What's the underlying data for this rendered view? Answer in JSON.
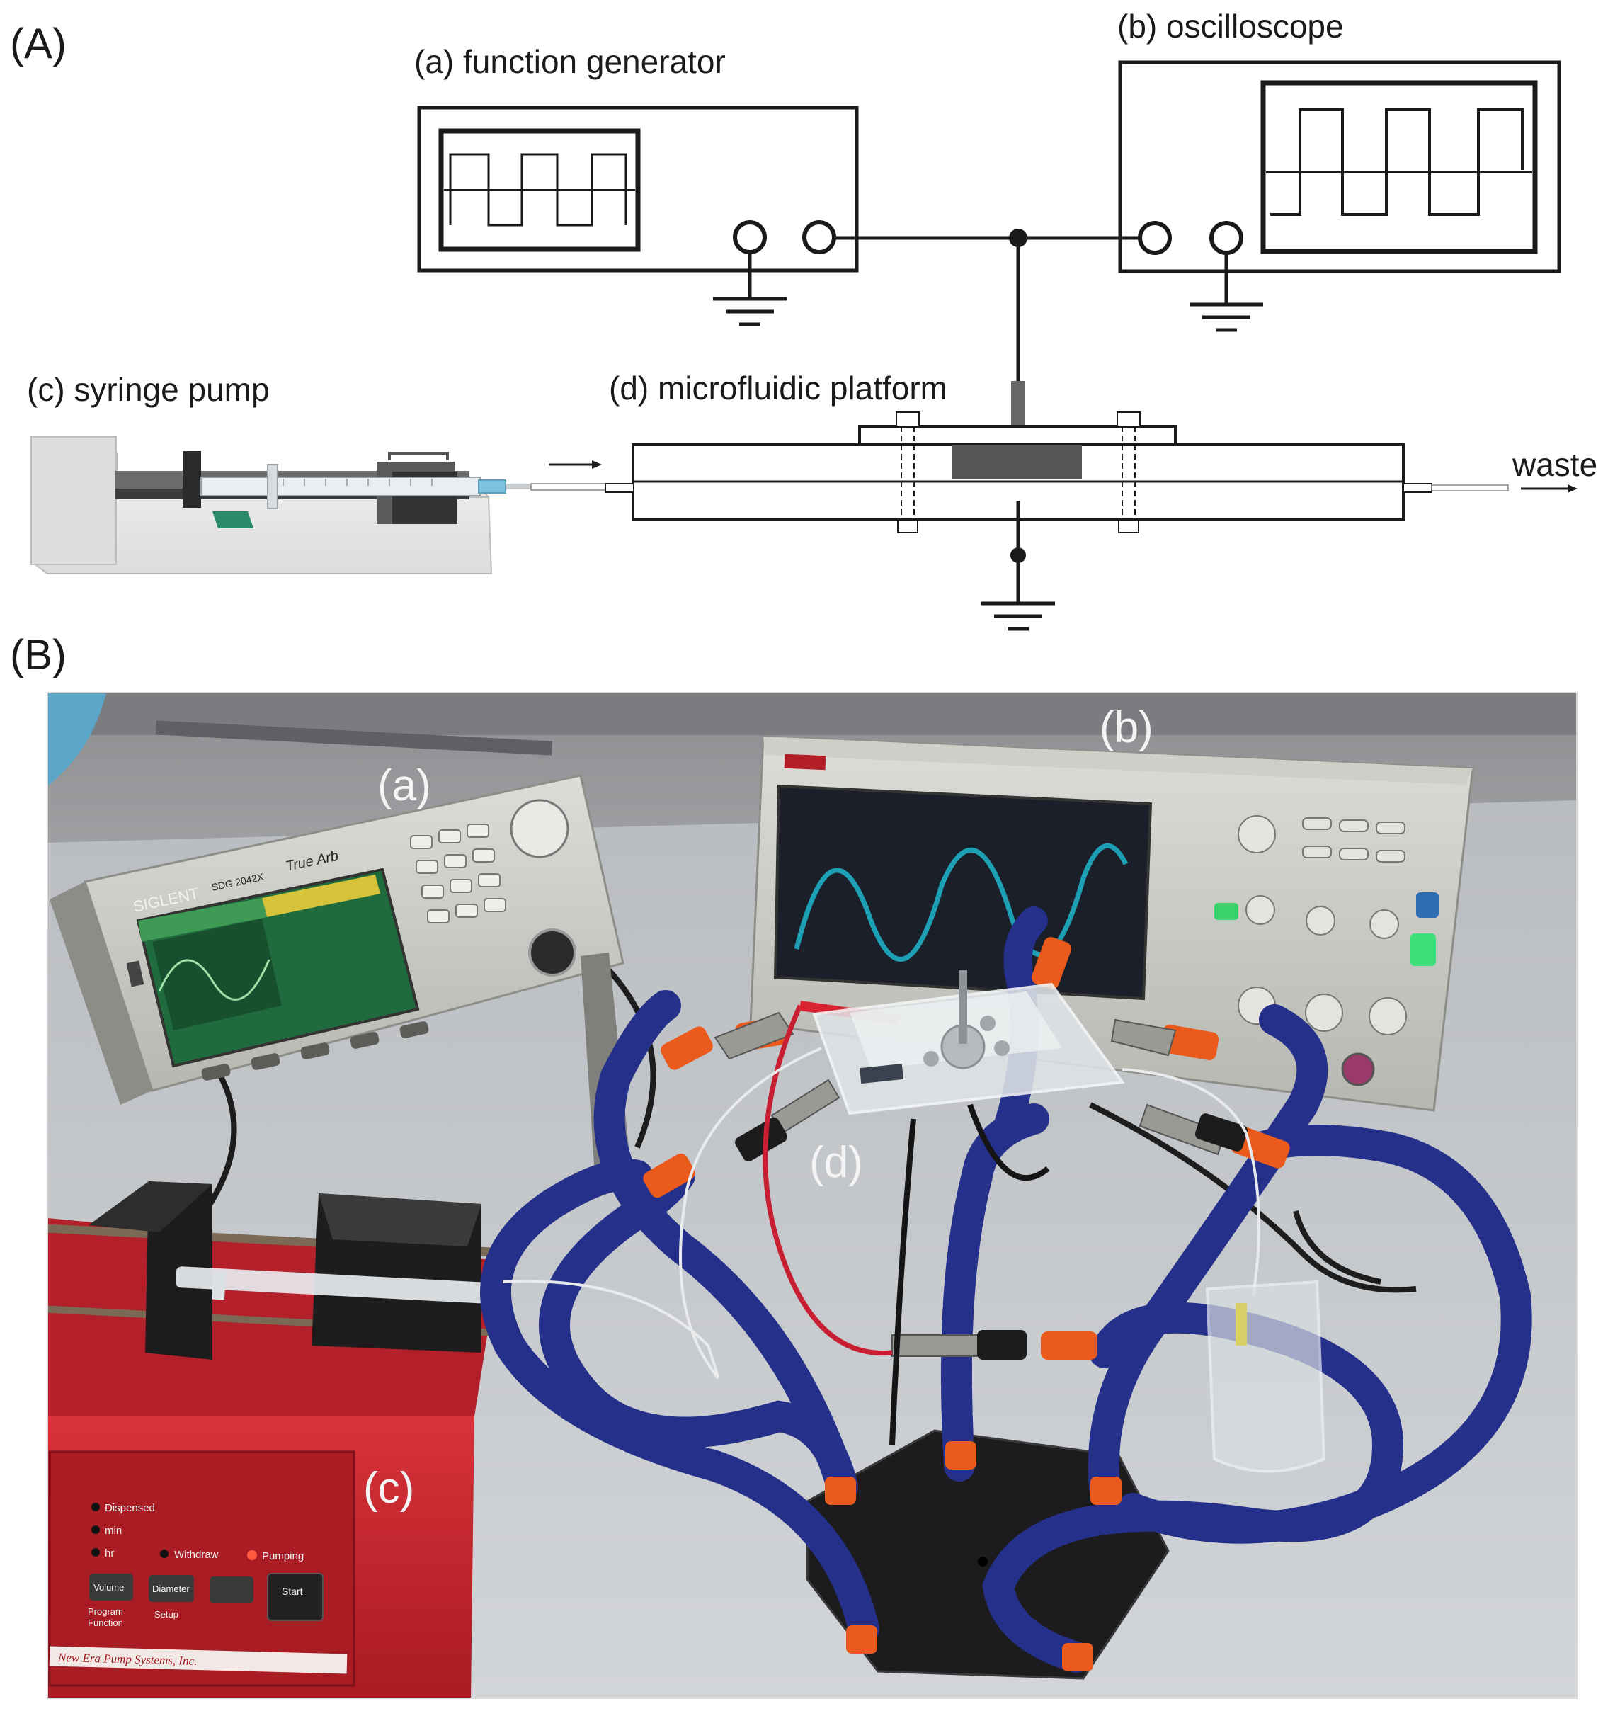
{
  "panels": {
    "a": {
      "label": "(A)"
    },
    "b": {
      "label": "(B)"
    }
  },
  "schematic": {
    "function_generator": "(a) function generator",
    "oscilloscope": "(b) oscilloscope",
    "syringe_pump": "(c) syringe pump",
    "microfluidic_platform": "(d) microfluidic platform",
    "waste": "waste"
  },
  "photo": {
    "label_a": "(a)",
    "label_b": "(b)",
    "label_c": "(c)",
    "label_d": "(d)",
    "fg_brand": "SIGLENT",
    "fg_model": "SDG 2042X",
    "fg_true": "True Arb",
    "pump_dispensed": "Dispensed",
    "pump_min": "min",
    "pump_hr": "hr",
    "pump_withdraw": "Withdraw",
    "pump_pumping": "Pumping",
    "pump_volume": "Volume",
    "pump_diameter": "Diameter",
    "pump_start": "Start",
    "pump_program": "Program",
    "pump_function": "Function",
    "pump_setup": "Setup",
    "pump_brand": "New Era Pump Systems, Inc."
  },
  "colors": {
    "line": "#1a1a1a",
    "electrode": "#555555",
    "pump_red": "#c8242c",
    "tube_blue": "#25308a",
    "tube_orange": "#ea5a1c",
    "scope_trace": "#1ea0b4",
    "fg_screen": "#1f6b3d"
  }
}
